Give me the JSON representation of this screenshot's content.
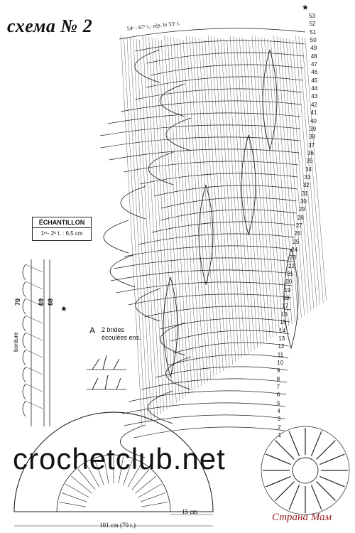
{
  "title": "схема № 2",
  "rows_note": "54ᵉ - 67ᵉ t.: rép. le 53ᵉ t.",
  "sample": {
    "title": "ÉCHANTILLON",
    "gauge": "1ʳᵉ- 2ᵉ t. : 6,5 cm"
  },
  "legend": {
    "mark": "A",
    "text_line1": "2 brides",
    "text_line2": "écoulées ens."
  },
  "side_labels": {
    "r70": "70",
    "r69": "69",
    "r68": "68",
    "bordure": "bordure",
    "star": "★"
  },
  "dimensions": {
    "width": "101 cm (70 t.)",
    "radius": "15 cm"
  },
  "watermark": "crochetclub.net",
  "stamp": "Страна Мам",
  "row_numbers": [
    "53",
    "52",
    "51",
    "50",
    "49",
    "48",
    "47",
    "46",
    "45",
    "44",
    "43",
    "42",
    "41",
    "40",
    "39",
    "38",
    "37",
    "36",
    "35",
    "34",
    "33",
    "32",
    "31",
    "30",
    "29",
    "28",
    "27",
    "26",
    "25",
    "24",
    "23",
    "22",
    "21",
    "20",
    "19",
    "18",
    "17",
    "16",
    "15",
    "14",
    "13",
    "12",
    "11",
    "10",
    "9",
    "8",
    "7",
    "6",
    "5",
    "4",
    "3",
    "2",
    "1"
  ]
}
